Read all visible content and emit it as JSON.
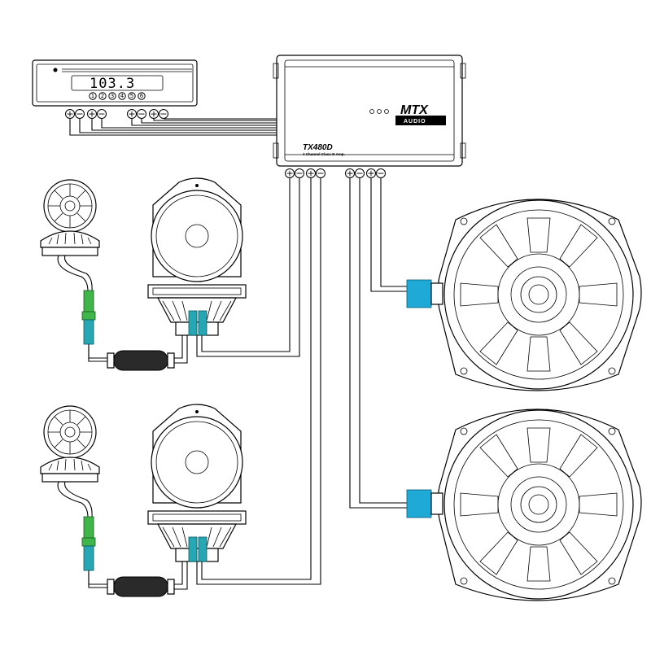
{
  "head_unit": {
    "display": "103.3",
    "preset_buttons": [
      "1",
      "2",
      "3",
      "4",
      "5",
      "6"
    ],
    "terminals": [
      "+",
      "−",
      "+",
      "−",
      "+",
      "−",
      "+",
      "−"
    ]
  },
  "amplifier": {
    "model": "TX480D",
    "description": "4 Channel Class-D Amp.",
    "brand": "MTX",
    "brand_sub": "AUDIO",
    "output_terminals_left": [
      "+",
      "−",
      "+",
      "−"
    ],
    "output_terminals_right": [
      "+",
      "−",
      "+",
      "−"
    ]
  },
  "colors": {
    "line": "#000000",
    "connector_green": "#3fb54a",
    "connector_blue": "#1fa9d6",
    "connector_teal": "#27a7b3",
    "ferrite": "#2a2a2a"
  },
  "icons": {
    "tweeter": "tweeter-icon",
    "midrange": "midrange-speaker-icon",
    "subwoofer": "subwoofer-icon",
    "ferrite": "ferrite-core-icon"
  }
}
